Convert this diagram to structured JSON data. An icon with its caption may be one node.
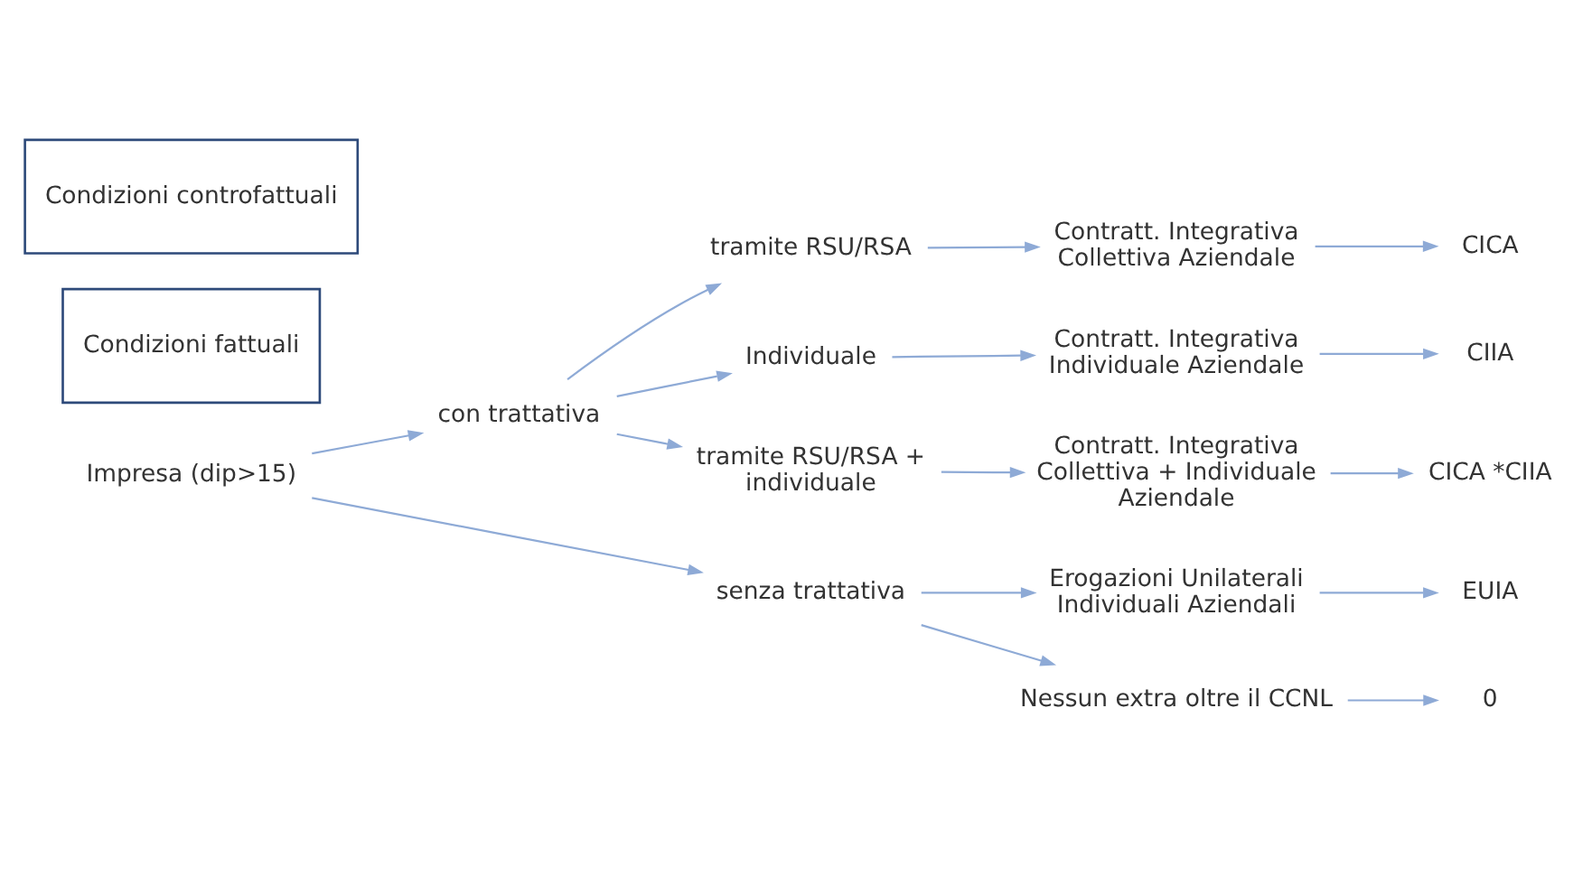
{
  "diagram": {
    "nodes": [
      {
        "text": [
          "Impresa (dip>15)"
        ]
      },
      {
        "text": [
          "con trattativa"
        ]
      },
      {
        "text": [
          "tramite RSU/RSA"
        ]
      },
      {
        "text": [
          "Contratt. Integrativa Collettiva Aziendale"
        ]
      },
      {
        "text": [
          "CICA"
        ]
      },
      {
        "text": [
          "Individuale"
        ]
      },
      {
        "text": [
          "Contratt. Integrativa Individuale Aziendale"
        ]
      },
      {
        "text": [
          "CIIA"
        ]
      },
      {
        "text": [
          "tramite RSU/RSA + individuale"
        ]
      },
      {
        "text": [
          "Contratt. Integrativa Collettiva + Individuale Aziendale"
        ]
      },
      {
        "text": [
          "CICA *CIIA"
        ]
      },
      {
        "text": [
          "senza trattativa"
        ]
      },
      {
        "text": [
          "Erogazioni Unilaterali Individuali Aziendali"
        ]
      },
      {
        "text": [
          "EUIA"
        ]
      },
      {
        "text": [
          "Nessun extra oltre il CCNL"
        ]
      },
      {
        "text": [
          "0"
        ]
      },
      {
        "text": [
          "Condizioni fattuali"
        ]
      },
      {
        "text": [
          "Condizioni controfattuali"
        ]
      }
    ],
    "edges": [
      {
        "from": 0,
        "to": 1,
        "arrow": "to"
      },
      {
        "from": 0,
        "to": 11,
        "arrow": "to"
      },
      {
        "from": 1,
        "to": 2,
        "arrow": "to"
      },
      {
        "from": 1,
        "to": 5,
        "arrow": "to"
      },
      {
        "from": 1,
        "to": 8,
        "arrow": "to"
      },
      {
        "from": 2,
        "to": 3,
        "arrow": "to"
      },
      {
        "from": 3,
        "to": 4,
        "arrow": "to"
      },
      {
        "from": 5,
        "to": 6,
        "arrow": "to"
      },
      {
        "from": 6,
        "to": 7,
        "arrow": "to"
      },
      {
        "from": 8,
        "to": 9,
        "arrow": "to"
      },
      {
        "from": 9,
        "to": 10,
        "arrow": "to"
      },
      {
        "from": 11,
        "to": 12,
        "arrow": "to"
      },
      {
        "from": 11,
        "to": 14,
        "arrow": "to"
      },
      {
        "from": 12,
        "to": 13,
        "arrow": "to"
      },
      {
        "from": 14,
        "to": 15,
        "arrow": "to"
      }
    ]
  }
}
